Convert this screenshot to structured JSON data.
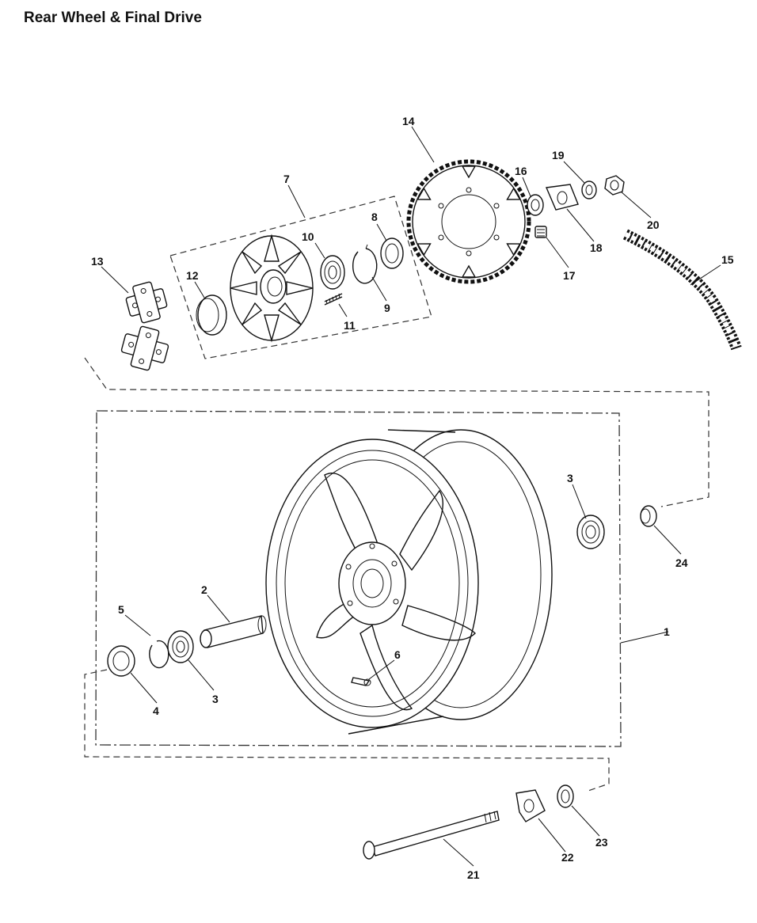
{
  "title": "Rear Wheel & Final Drive",
  "callouts": {
    "n1": "1",
    "n2": "2",
    "n3a": "3",
    "n3b": "3",
    "n4": "4",
    "n5": "5",
    "n6": "6",
    "n7": "7",
    "n8": "8",
    "n9": "9",
    "n10": "10",
    "n11": "11",
    "n12": "12",
    "n13": "13",
    "n14": "14",
    "n15": "15",
    "n16": "16",
    "n17": "17",
    "n18": "18",
    "n19": "19",
    "n20": "20",
    "n21": "21",
    "n22": "22",
    "n23": "23",
    "n24": "24"
  },
  "parts": [
    {
      "ref": "1",
      "icon": "rear-wheel-icon"
    },
    {
      "ref": "2",
      "icon": "spacer-tube-icon"
    },
    {
      "ref": "3",
      "icon": "wheel-bearing-icon"
    },
    {
      "ref": "4",
      "icon": "oil-seal-icon"
    },
    {
      "ref": "5",
      "icon": "circlip-icon"
    },
    {
      "ref": "6",
      "icon": "valve-icon"
    },
    {
      "ref": "7",
      "icon": "cush-drive-carrier-icon"
    },
    {
      "ref": "8",
      "icon": "seal-icon"
    },
    {
      "ref": "9",
      "icon": "circlip-icon"
    },
    {
      "ref": "10",
      "icon": "bearing-icon"
    },
    {
      "ref": "11",
      "icon": "stud-icon"
    },
    {
      "ref": "12",
      "icon": "spacer-ring-icon"
    },
    {
      "ref": "13",
      "icon": "cush-rubbers-icon"
    },
    {
      "ref": "14",
      "icon": "sprocket-icon"
    },
    {
      "ref": "15",
      "icon": "chain-icon"
    },
    {
      "ref": "16",
      "icon": "spacer-icon"
    },
    {
      "ref": "17",
      "icon": "nut-icon"
    },
    {
      "ref": "18",
      "icon": "chain-adjuster-plate-icon"
    },
    {
      "ref": "19",
      "icon": "washer-icon"
    },
    {
      "ref": "20",
      "icon": "axle-nut-icon"
    },
    {
      "ref": "21",
      "icon": "rear-axle-icon"
    },
    {
      "ref": "22",
      "icon": "chain-adjuster-block-icon"
    },
    {
      "ref": "23",
      "icon": "spacer-icon"
    },
    {
      "ref": "24",
      "icon": "spacer-icon"
    }
  ]
}
